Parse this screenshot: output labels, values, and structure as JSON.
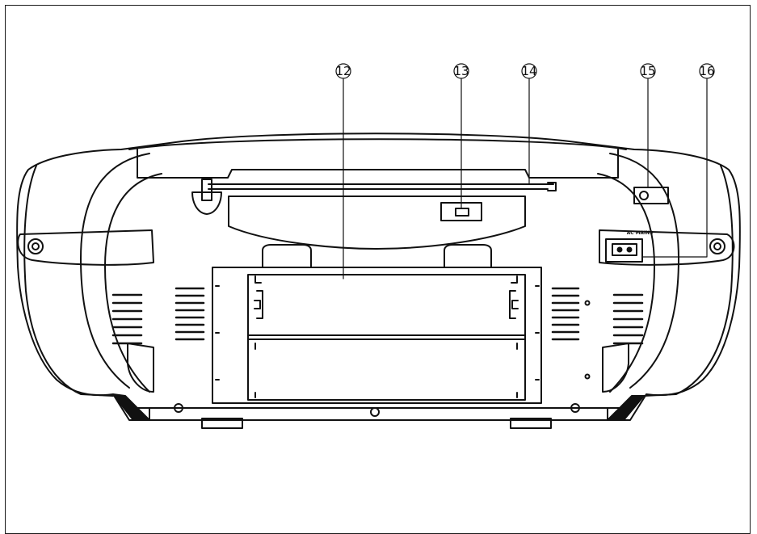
{
  "callouts": [
    {
      "label": "12"
    },
    {
      "label": "13"
    },
    {
      "label": "14"
    },
    {
      "label": "15"
    },
    {
      "label": "16"
    }
  ],
  "jack_label": "AC MAINS"
}
